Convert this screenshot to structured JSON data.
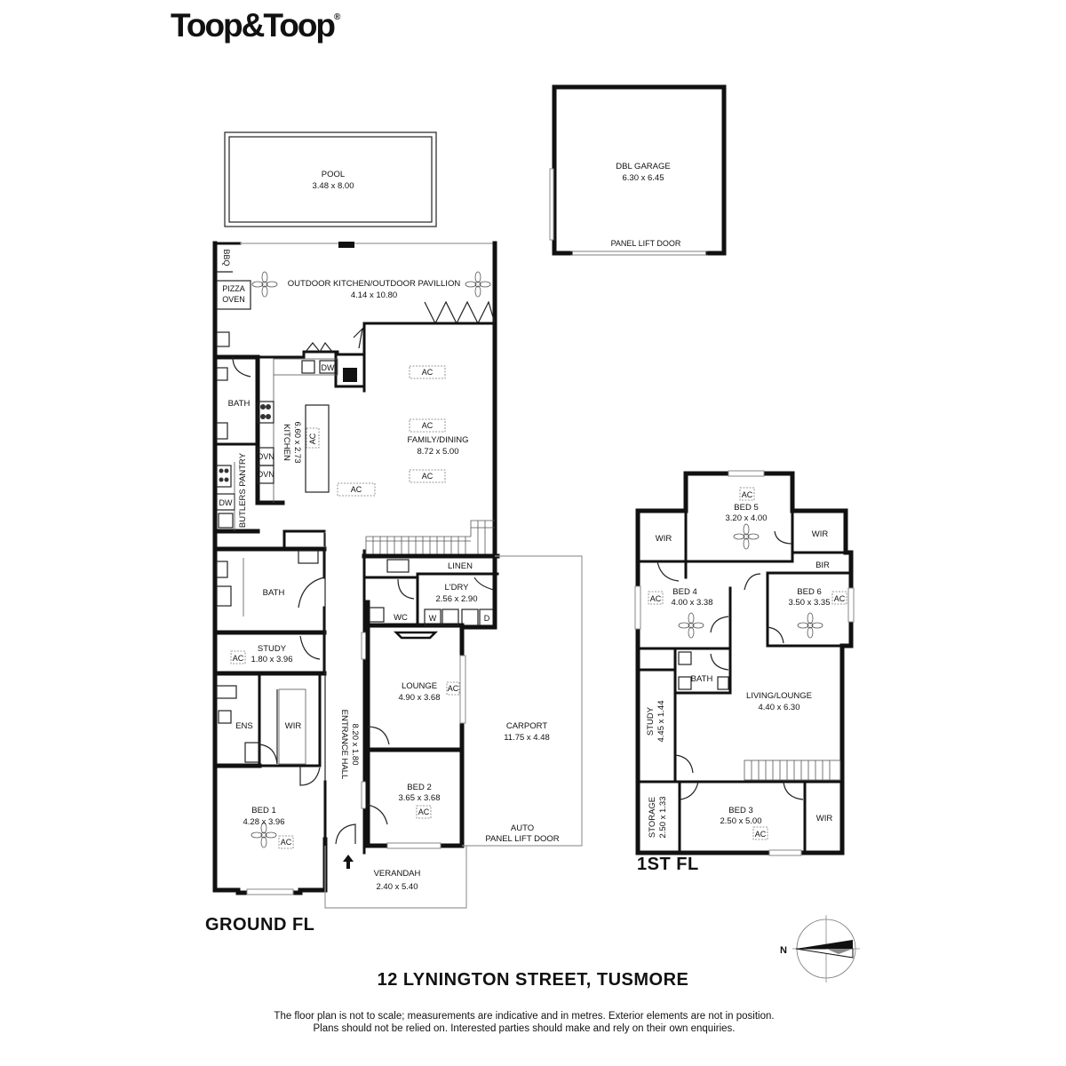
{
  "brand": {
    "name": "Toop&Toop",
    "mark": "®"
  },
  "address": "12 LYNINGTON STREET, TUSMORE",
  "disclaimer": {
    "line1": "The floor plan is not to scale; measurements are indicative and in metres. Exterior elements are not in position.",
    "line2": "Plans should not be relied on. Interested parties should make and rely on their own enquiries."
  },
  "floors": {
    "ground": "GROUND FL",
    "first": "1ST FL"
  },
  "compass": {
    "north": "N"
  },
  "rooms": {
    "pool": {
      "name": "POOL",
      "dims": "3.48 x 8.00"
    },
    "garage": {
      "name": "DBL GARAGE",
      "dims": "6.30 x 6.45",
      "door": "PANEL LIFT DOOR"
    },
    "outdoor": {
      "name": "OUTDOOR KITCHEN/OUTDOOR PAVILLION",
      "dims": "4.14 x 10.80"
    },
    "bbq": "BBQ",
    "pizza": {
      "l1": "PIZZA",
      "l2": "OVEN"
    },
    "family": {
      "name": "FAMILY/DINING",
      "dims": "8.72 x 5.00"
    },
    "kitchen": {
      "name": "KITCHEN",
      "dims": "6.60 x 2.73"
    },
    "bath_upper": "BATH",
    "butlers": "BUTLERS PANTRY",
    "bath_lower": "BATH",
    "study": {
      "name": "STUDY",
      "dims": "1.80 x 3.96"
    },
    "ens": "ENS",
    "wir": "WIR",
    "bed1": {
      "name": "BED 1",
      "dims": "4.28 x 3.96"
    },
    "hall": {
      "name": "ENTRANCE HALL",
      "dims": "8.20 x 1.80"
    },
    "linen": "LINEN",
    "laundry": {
      "name": "L'DRY",
      "dims": "2.56 x 2.90"
    },
    "wc": "WC",
    "lounge": {
      "name": "LOUNGE",
      "dims": "4.90 x 3.68"
    },
    "bed2": {
      "name": "BED 2",
      "dims": "3.65 x 3.68"
    },
    "carport": {
      "name": "CARPORT",
      "dims": "11.75 x 4.48"
    },
    "auto_door": {
      "l1": "AUTO",
      "l2": "PANEL LIFT DOOR"
    },
    "verandah": {
      "name": "VERANDAH",
      "dims": "2.40 x 5.40"
    },
    "bed5": {
      "name": "BED 5",
      "dims": "3.20 x 4.00"
    },
    "bed4": {
      "name": "BED 4",
      "dims": "4.00 x 3.38"
    },
    "bed6": {
      "name": "BED 6",
      "dims": "3.50 x 3.35"
    },
    "bir": "BIR",
    "bath_first": "BATH",
    "living": {
      "name": "LIVING/LOUNGE",
      "dims": "4.40 x 6.30"
    },
    "study_first": {
      "name": "STUDY",
      "dims": "4.45 x 1.44"
    },
    "storage": {
      "name": "STORAGE",
      "dims": "2.50 x 1.33"
    },
    "bed3": {
      "name": "BED 3",
      "dims": "2.50 x 5.00"
    }
  },
  "fixtures": {
    "ac": "AC",
    "dw": "DW",
    "ovn": "OVN",
    "w": "W",
    "d": "D"
  }
}
